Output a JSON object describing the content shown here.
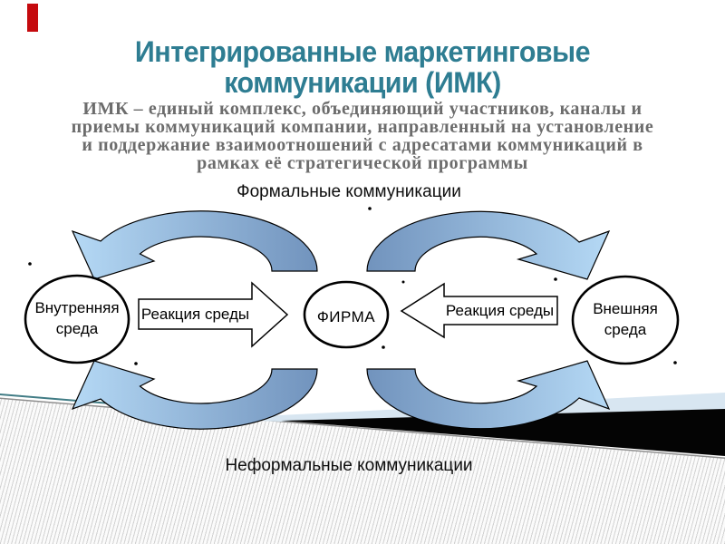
{
  "slide": {
    "title": {
      "line1": "Интегрированные маркетинговые",
      "line2": "коммуникации (ИМК)",
      "color": "#2E7D92"
    },
    "subtitle": {
      "color": "#6C6C6C",
      "lines": [
        "ИМК – единый комплекс, объединяющий участников, каналы и",
        "приемы коммуникаций компании, направленный на установление",
        "и поддержание взаимоотношений с адресатами коммуникаций в",
        "рамках её стратегической программы"
      ]
    },
    "labels": {
      "formal": "Формальные коммуникации",
      "informal": "Неформальные коммуникации"
    },
    "diagram": {
      "nodes": {
        "internal": "Внутренняя среда",
        "firm": "ФИРМА",
        "external": "Внешняя среда"
      },
      "block_arrows": {
        "left": "Реакция среды",
        "right": "Реакция среды"
      },
      "arrow_colors": {
        "light_blue": "#B5D9F5",
        "steel_blue": "#7193BD",
        "outline": "#000000"
      }
    },
    "decor": {
      "red_bar_color": "#C50A0E",
      "band_blue": "#D8E6F1",
      "band_black": "#040404",
      "edge_teal": "#417C85",
      "edge_gray": "#8E8E8E",
      "hatch_line": "#D2D2D2"
    }
  }
}
